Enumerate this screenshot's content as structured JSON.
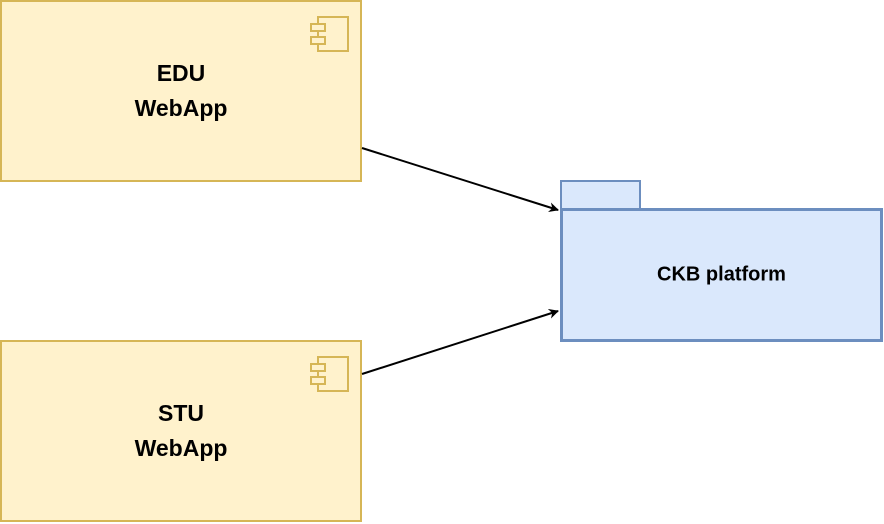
{
  "components": [
    {
      "id": "edu",
      "line1": "EDU",
      "line2": "WebApp",
      "icon": "uml-component-icon"
    },
    {
      "id": "stu",
      "line1": "STU",
      "line2": "WebApp",
      "icon": "uml-component-icon"
    }
  ],
  "package": {
    "label": "CKB platform",
    "icon": "uml-package-icon"
  },
  "colors": {
    "component_fill": "#fff2cc",
    "component_stroke": "#d6b656",
    "package_fill": "#dae8fc",
    "package_stroke": "#6c8ebf",
    "arrow": "#000000"
  },
  "edges": [
    {
      "from": "edu",
      "to": "package"
    },
    {
      "from": "stu",
      "to": "package"
    }
  ]
}
